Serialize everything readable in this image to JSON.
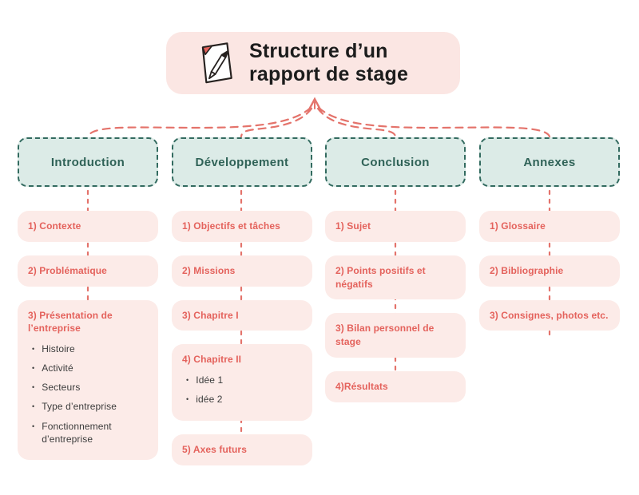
{
  "title": {
    "text": "Structure d’un rapport de stage",
    "icon": "notepad-pencil"
  },
  "columns": [
    {
      "id": "introduction",
      "header": "Introduction",
      "items": [
        {
          "label": "1) Contexte"
        },
        {
          "label": "2) Problématique"
        },
        {
          "label": "3) Présentation de l’entreprise",
          "bullets": [
            "Histoire",
            "Activité",
            "Secteurs",
            "Type d’entreprise",
            "Fonctionnement d’entreprise"
          ]
        }
      ]
    },
    {
      "id": "developpement",
      "header": "Développement",
      "items": [
        {
          "label": "1) Objectifs et tâches"
        },
        {
          "label": "2) Missions"
        },
        {
          "label": "3) Chapitre I"
        },
        {
          "label": "4) Chapitre II",
          "bullets": [
            "Idée 1",
            "idée 2"
          ]
        },
        {
          "label": "5) Axes futurs"
        }
      ]
    },
    {
      "id": "conclusion",
      "header": "Conclusion",
      "items": [
        {
          "label": "1) Sujet"
        },
        {
          "label": "2) Points positifs et négatifs"
        },
        {
          "label": "3) Bilan personnel de stage"
        },
        {
          "label": "4)Résultats"
        }
      ]
    },
    {
      "id": "annexes",
      "header": "Annexes",
      "items": [
        {
          "label": "1) Glossaire"
        },
        {
          "label": "2) Bibliographie"
        },
        {
          "label": "3) Consignes, photos etc."
        }
      ]
    }
  ],
  "colors": {
    "background": "#ffffff",
    "title_box_bg": "#fbe6e3",
    "item_box_bg": "#fcebe8",
    "header_box_bg": "#dcebe7",
    "header_border": "#336b60",
    "header_text": "#2f6257",
    "accent_red": "#e4625c",
    "connector_red": "#e4736b",
    "title_text": "#1c1c1c",
    "bullet_text": "#3c3c3c",
    "icon_outline": "#26211f",
    "icon_fold_red": "#e4625c"
  }
}
